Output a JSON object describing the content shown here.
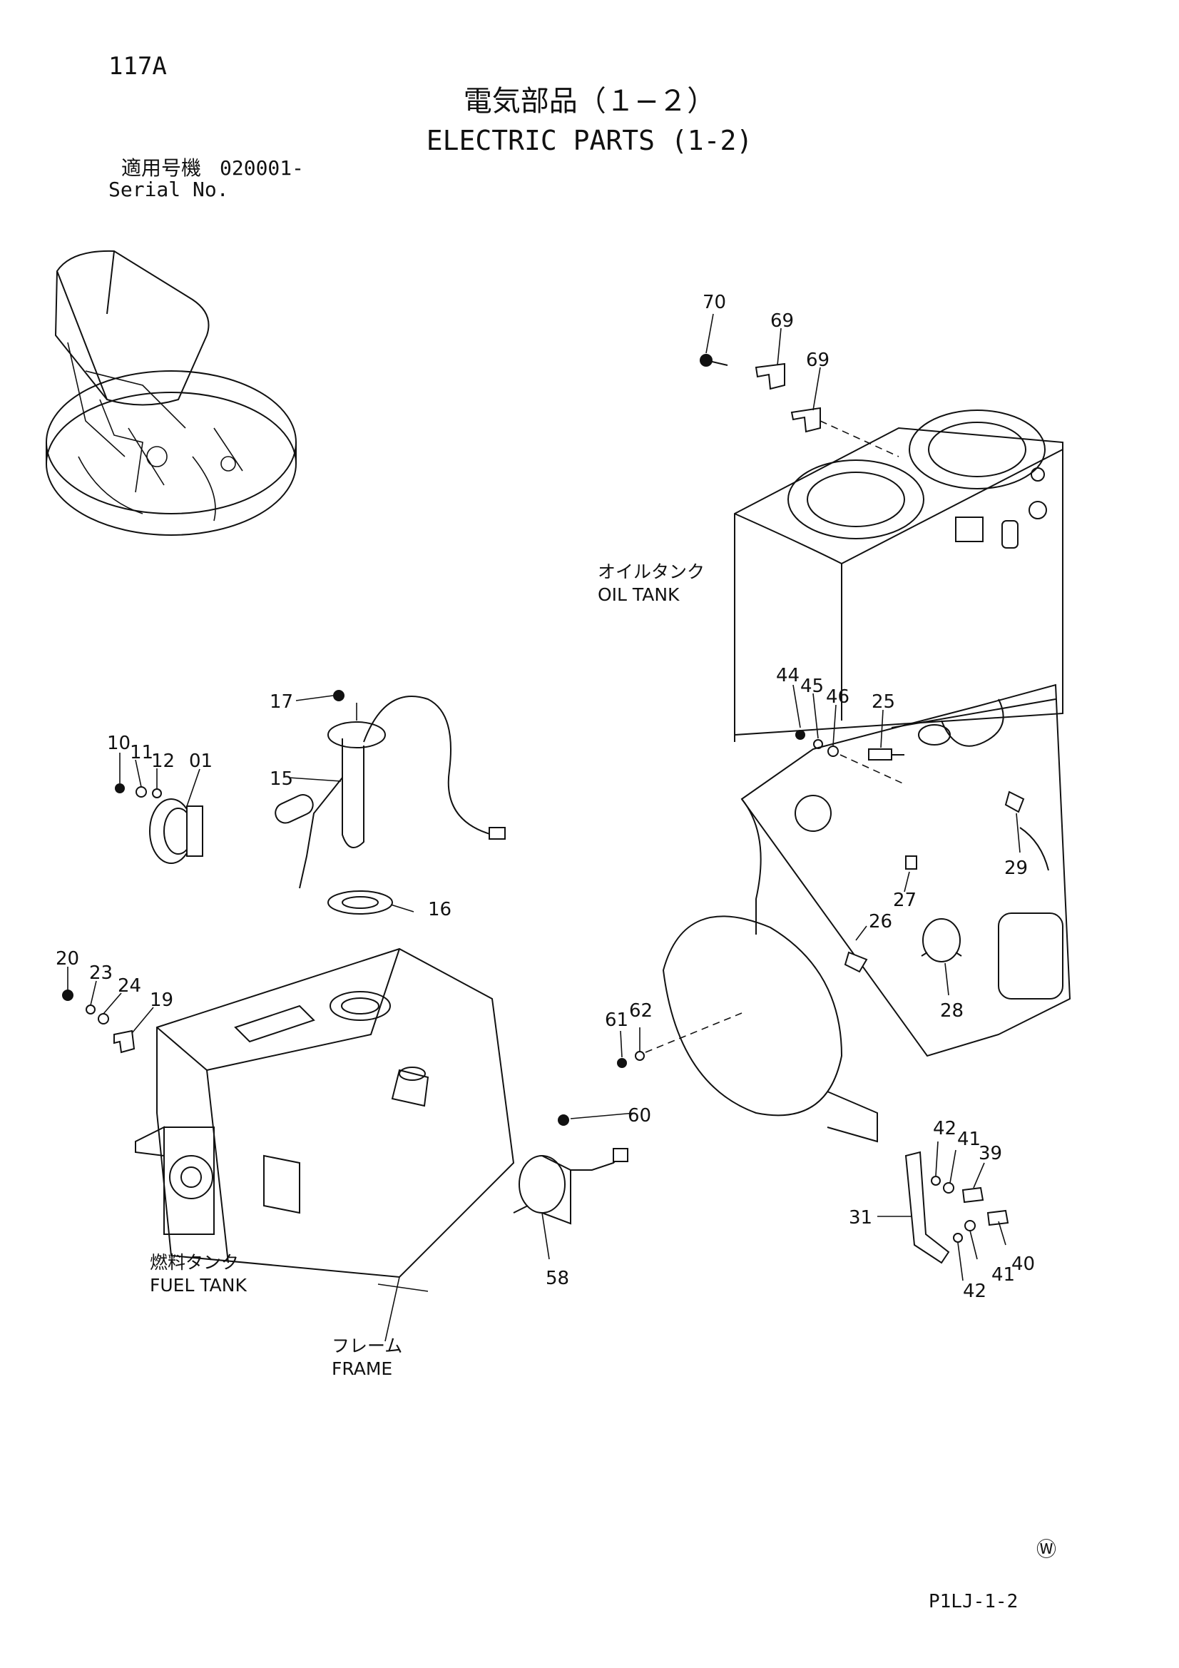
{
  "header": {
    "page_number": "117A",
    "title_jp": "電気部品（１−２）",
    "title_en": "ELECTRIC PARTS (1-2)",
    "serial_label_jp": "適用号機",
    "serial_value": "020001-",
    "serial_label_en": "Serial No."
  },
  "labels": {
    "oil_tank_jp": "オイルタンク",
    "oil_tank_en": "OIL TANK",
    "fuel_tank_jp": "燃料タンク",
    "fuel_tank_en": "FUEL TANK",
    "frame_jp": "フレーム",
    "frame_en": "FRAME"
  },
  "callouts": [
    "70",
    "69",
    "69",
    "44",
    "45",
    "46",
    "25",
    "29",
    "27",
    "26",
    "28",
    "61",
    "62",
    "42",
    "41",
    "39",
    "31",
    "40",
    "41",
    "42",
    "60",
    "58",
    "17",
    "15",
    "16",
    "10",
    "11",
    "12",
    "01",
    "20",
    "23",
    "24",
    "19"
  ],
  "footer": {
    "watermark": "Ⓦ",
    "doc_ref": "P1LJ-1-2"
  }
}
